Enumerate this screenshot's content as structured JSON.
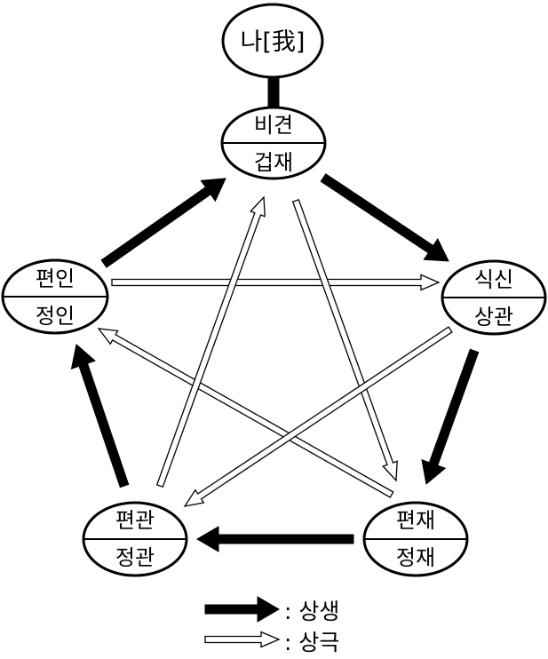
{
  "self": {
    "label": "나[我]"
  },
  "nodes": {
    "bigyeon": {
      "top": "비견",
      "bottom": "겁재"
    },
    "siksin": {
      "top": "식신",
      "bottom": "상관"
    },
    "pyeonjae": {
      "top": "편재",
      "bottom": "정재"
    },
    "pyeongwan": {
      "top": "편관",
      "bottom": "정관"
    },
    "pyeonin": {
      "top": "편인",
      "bottom": "정인"
    }
  },
  "legend": {
    "generate_label": ": 상생",
    "overcome_label": ": 상극"
  },
  "colors": {
    "line": "#000000",
    "background": "#ffffff"
  }
}
